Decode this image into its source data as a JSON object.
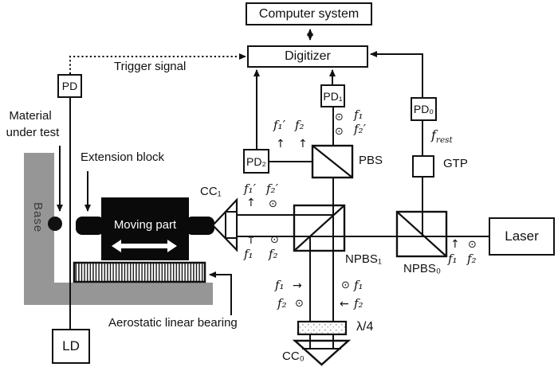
{
  "boxes": {
    "computer_system": "Computer system",
    "digitizer": "Digitizer",
    "pd": "PD",
    "pd1": "PD₁",
    "pd2": "PD₂",
    "pd0": "PD₀",
    "laser": "Laser",
    "ld": "LD",
    "moving_part": "Moving part"
  },
  "labels": {
    "trigger_signal": "Trigger signal",
    "material_1": "Material",
    "material_2": "under test",
    "extension_block": "Extension block",
    "base": "Base",
    "aerostatic": "Aerostatic linear bearing",
    "cc1": "CC₁",
    "cc0": "CC₀",
    "pbs": "PBS",
    "npbs1": "NPBS₁",
    "npbs0": "NPBS₀",
    "gtp": "GTP",
    "lambda_quarter": "λ/4",
    "frest_f": "f",
    "frest_sub": "rest"
  },
  "beam_labels": {
    "f1": "f₁",
    "f2": "f₂",
    "f1_prime": "f₁′",
    "f2_prime": "f₂′"
  },
  "symbols": {
    "up_arrow": "↑",
    "right_arrow": "→",
    "left_arrow": "←",
    "odot": "⊙"
  },
  "colors": {
    "line_black": "#111111",
    "base_gray": "#969696",
    "moving_part_black": "#0a0a0a",
    "background": "#ffffff"
  }
}
